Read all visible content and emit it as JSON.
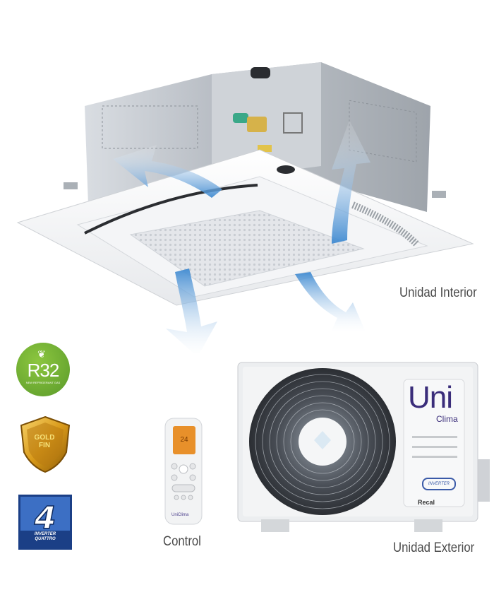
{
  "labels": {
    "indoor_unit": "Unidad Interior",
    "outdoor_unit": "Unidad Exterior",
    "remote": "Control"
  },
  "badges": {
    "refrigerant": "R32",
    "refrigerant_sub": "NEW REFRIGERANT GAS",
    "goldfin_line1": "GOLD",
    "goldfin_line2": "FIN",
    "inverter_line1": "INVERTER",
    "inverter_line2": "QUATTRO"
  },
  "brand": {
    "uni": "Uni",
    "clima": "Clima",
    "inverter_chip": "INVERTER",
    "recal": "Recal",
    "remote_brand": "UniClima"
  },
  "colors": {
    "arrow_blue": "#3f8ad1",
    "brand_purple": "#3a2d7a",
    "r32_green": "#6bab33",
    "gold": "#d99a1a",
    "inverter_blue": "#1f4fa0"
  }
}
